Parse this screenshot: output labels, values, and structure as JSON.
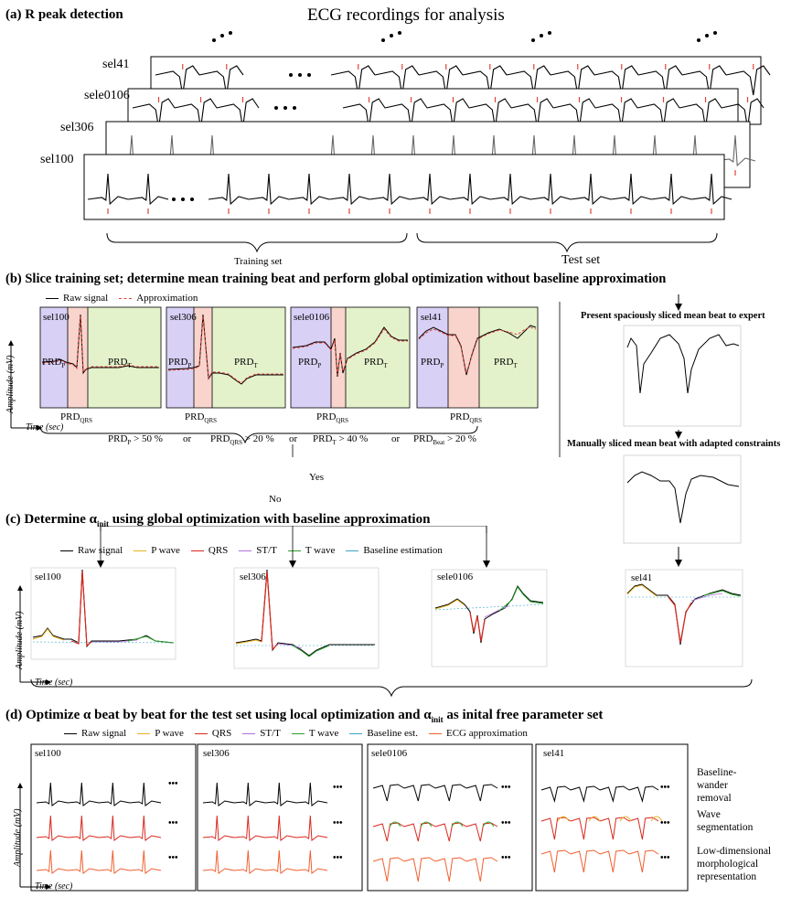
{
  "section_a": {
    "title": "(a) R peak detection",
    "heading": "ECG recordings for analysis",
    "records": [
      "sel41",
      "sele0106",
      "sel306",
      "sel100"
    ],
    "training_label": "Training set",
    "test_label": "Test set"
  },
  "section_b": {
    "title": "(b) Slice training set; determine mean training beat and perform global optimization without baseline approximation",
    "legend_raw": "Raw signal",
    "legend_approx": "Approximation",
    "y_axis": "Amplitude (mV)",
    "x_axis": "Time (sec)",
    "panels": [
      "sel100",
      "sel306",
      "sele0106",
      "sel41"
    ],
    "prd_p": "PRD",
    "sub_p": "P",
    "prd_t": "PRD",
    "sub_t": "T",
    "prd_qrs": "PRD",
    "sub_qrs": "QRS",
    "cond1": "PRD",
    "cond1_sub": "P",
    "cond1_val": " > 50 %",
    "cond2": "PRD",
    "cond2_sub": "QRS",
    "cond2_val": " > 20 %",
    "cond3": "PRD",
    "cond3_sub": "T",
    "cond3_val": " > 40 %",
    "cond4": "PRD",
    "cond4_sub": "Beat",
    "cond4_val": " > 20 %",
    "or": "or",
    "yes": "Yes",
    "no": "No",
    "expert_title": "Present spaciously sliced mean beat to expert",
    "manual_title": "Manually sliced mean beat with adapted constraints"
  },
  "section_c": {
    "title_pre": "(c) Determine α",
    "title_sub": "init",
    "title_post": " using global optimization with baseline approximation",
    "legend": [
      "Raw signal",
      "P wave",
      "QRS",
      "ST/T",
      "T wave",
      "Baseline estimation"
    ],
    "panels": [
      "sel100",
      "sel306",
      "sele0106",
      "sel41"
    ],
    "y_axis": "Amplitude (mV)",
    "x_axis": "Time (sec)"
  },
  "section_d": {
    "title_pre": "(d) Optimize α beat by beat for the test set using local optimization and α",
    "title_sub": "init",
    "title_post": " as inital free parameter set",
    "legend": [
      "Raw signal",
      "P wave",
      "QRS",
      "ST/T",
      "T wave",
      "Baseline est.",
      "ECG approximation"
    ],
    "panels": [
      "sel100",
      "sel306",
      "sele0106",
      "sel41"
    ],
    "y_axis": "Amplitude (mV)",
    "x_axis": "Time (sec)",
    "ellipsis": "•••",
    "side1": [
      "Baseline-",
      "wander",
      "removal"
    ],
    "side2": [
      "Wave",
      "segmentation"
    ],
    "side3": [
      "Low-dimensional",
      "morphological",
      "representation"
    ]
  },
  "colors": {
    "raw": "#000000",
    "approx": "#e0443a",
    "p_wave": "#e8b020",
    "qrs": "#d8281e",
    "st_t": "#b070e0",
    "t_wave": "#2aa02a",
    "baseline": "#3aa6c8",
    "ecg_approx": "#f06030",
    "region_p": "#d8d0f5",
    "region_qrs": "#f8d4cc",
    "region_t": "#e4f2cc"
  }
}
